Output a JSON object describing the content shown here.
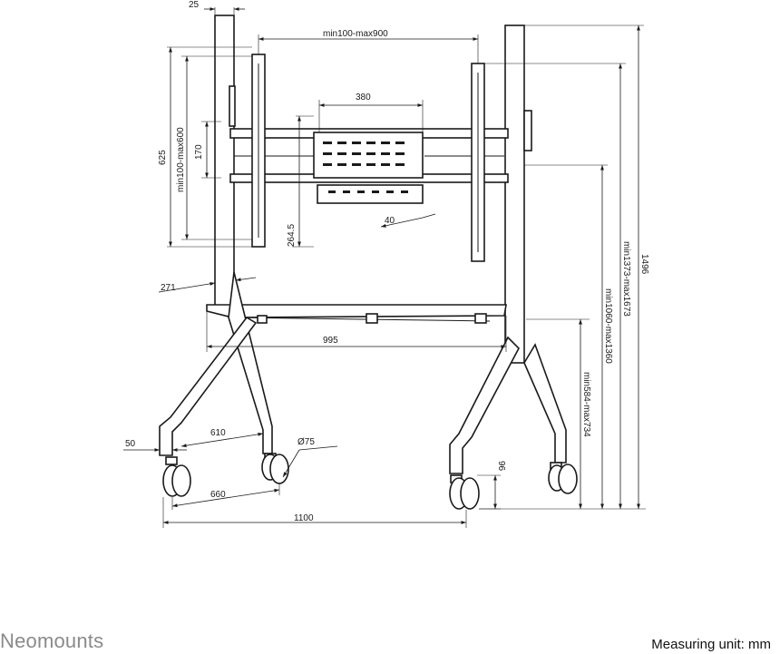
{
  "brand": "Neomounts",
  "unit_note": "Measuring unit: mm",
  "dimensions": {
    "post_width": "25",
    "vesa_width": "min100-max900",
    "plate_width": "380",
    "bracket_height": "625",
    "vesa_height": "min100-max600",
    "plate_height": "170",
    "plate_drop": "264.5",
    "plate_depth": "40",
    "shelf_offset": "271",
    "shelf_width": "995",
    "foot_width": "610",
    "foot_offset": "50",
    "caster_diameter": "Ø75",
    "caster_spacing": "660",
    "base_width": "1100",
    "caster_height": "96",
    "total_height": "1496",
    "top_height": "min1373-max1673",
    "center_height": "min1060-max1360",
    "shelf_height": "min584-max734"
  }
}
